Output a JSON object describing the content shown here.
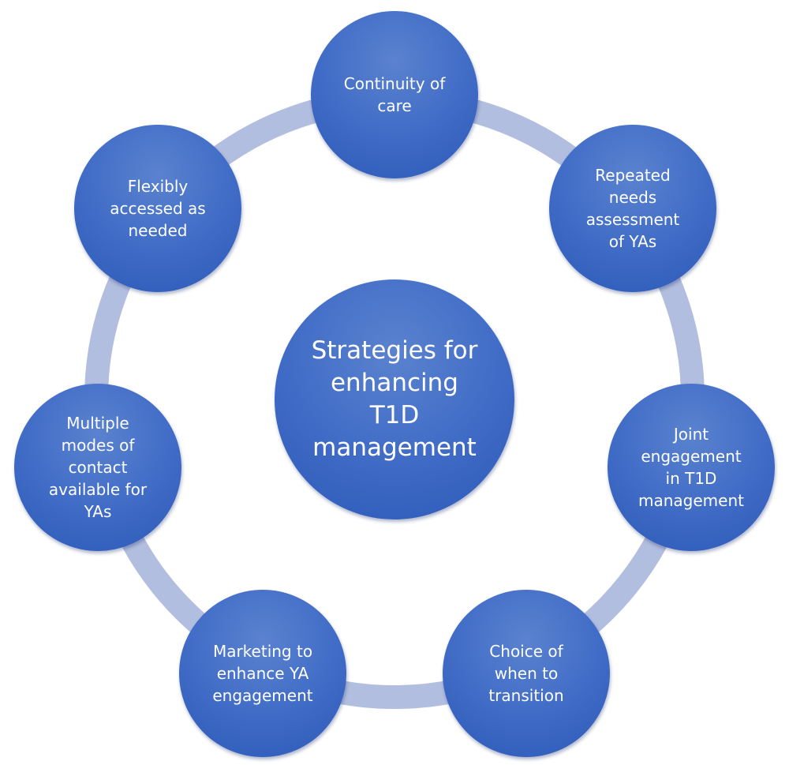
{
  "center": {
    "label": "Strategies for\nenhancing\nT1D\nmanagement"
  },
  "nodes": [
    {
      "label": "Continuity of\ncare"
    },
    {
      "label": "Repeated\nneeds\nassessment\nof YAs"
    },
    {
      "label": "Joint\nengagement\nin T1D\nmanagement"
    },
    {
      "label": "Choice of\nwhen to\ntransition"
    },
    {
      "label": "Marketing to\nenhance YA\nengagement"
    },
    {
      "label": "Multiple\nmodes of\ncontact\navailable for\nYAs"
    },
    {
      "label": "Flexibly\naccessed as\nneeded"
    }
  ],
  "colors": {
    "node_fill": "#3f6bc6",
    "ring": "#b2bedf",
    "text": "#ffffff"
  }
}
